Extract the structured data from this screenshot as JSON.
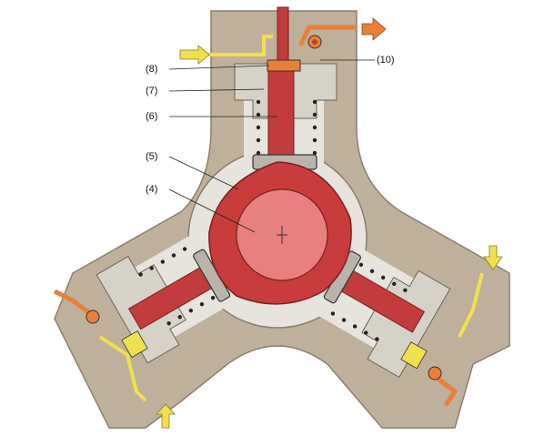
{
  "figure": {
    "description_visible_only": false,
    "labels": {
      "l8": "(8)",
      "l7": "(7)",
      "l6": "(6)",
      "l5": "(5)",
      "l4": "(4)",
      "l10": "(10)"
    }
  },
  "colors": {
    "housing": "#bfb09b",
    "housing_edge": "#8c7f6c",
    "bore": "#e6e4dc",
    "piston_rod": "#c23c3c",
    "eccentric": "#c83c3c",
    "cam_inner": "#e88080",
    "inlet_line": "#f0e050",
    "outlet_line": "#e8803a",
    "valve_block": "#d6d2c8",
    "spring_dot": "#222222"
  }
}
